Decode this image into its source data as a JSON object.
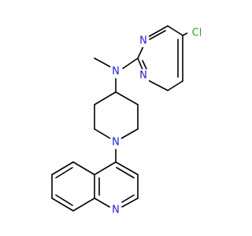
{
  "atoms": {
    "chlorine": {
      "symbol": "Cl",
      "color": "#2ca02c"
    },
    "pyrimidine_n_top": {
      "symbol": "N",
      "color": "#1f1fd8"
    },
    "pyrimidine_n_bottom": {
      "symbol": "N",
      "color": "#1f1fd8"
    },
    "amine_n": {
      "symbol": "N",
      "color": "#1f1fd8"
    },
    "piperidine_n": {
      "symbol": "N",
      "color": "#1f1fd8"
    },
    "quinoline_n": {
      "symbol": "N",
      "color": "#1f1fd8"
    }
  }
}
